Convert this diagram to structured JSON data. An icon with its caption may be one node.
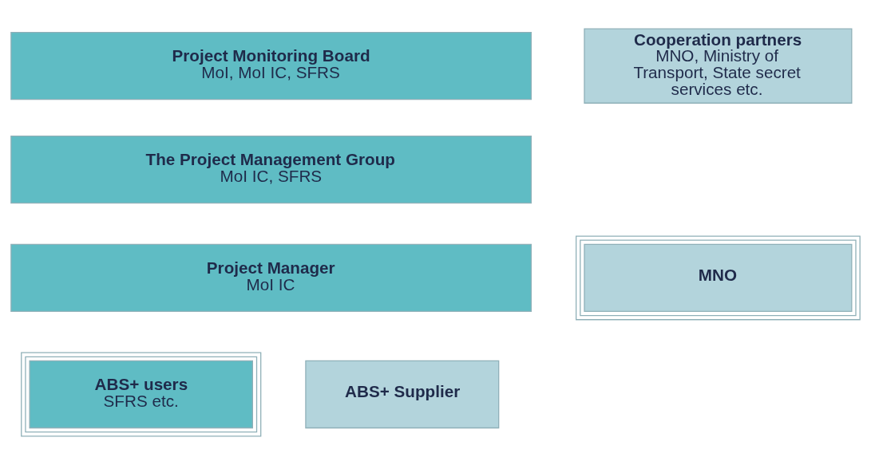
{
  "diagram": {
    "nodes": [
      {
        "text": [
          "Project Monitoring Board",
          "MoI, MoI IC, SFRS"
        ]
      },
      {
        "text": [
          "The Project Management Group",
          "MoI IC, SFRS"
        ]
      },
      {
        "text": [
          "Project Manager",
          "MoI IC"
        ]
      },
      {
        "text": [
          "Cooperation partners",
          "MNO, Ministry of Transport, State secret services etc."
        ]
      },
      {
        "text": [
          "MNO"
        ]
      },
      {
        "text": [
          "ABS+ users",
          "SFRS etc."
        ]
      },
      {
        "text": [
          "ABS+ Supplier"
        ]
      }
    ]
  }
}
